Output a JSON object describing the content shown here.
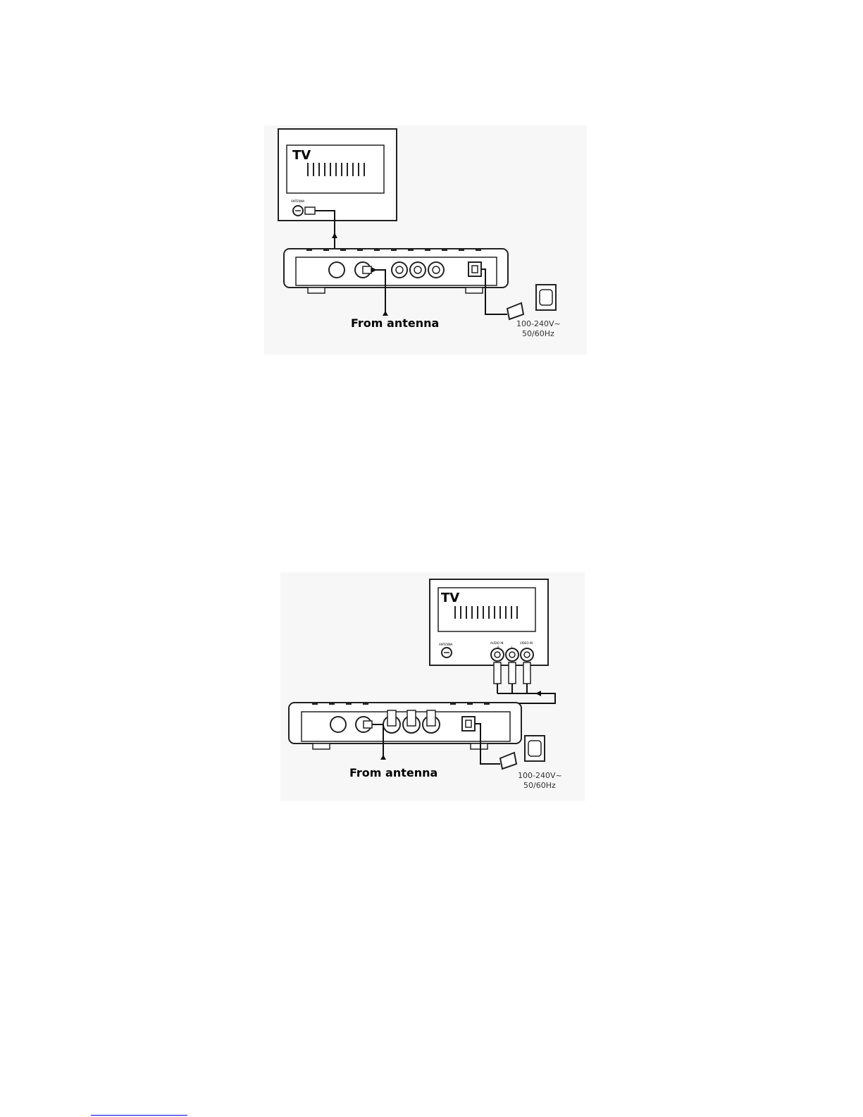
{
  "figures": [
    {
      "tv_label": "TV",
      "antenna_port_label": "ANTENNA",
      "source_label": "From antenna",
      "power_label_line1": "100-240V~",
      "power_label_line2": "50/60Hz"
    },
    {
      "tv_label": "TV",
      "antenna_port_label": "ANTENNA",
      "audio_in_label": "AUDIO IN",
      "audio_r_label": "R",
      "audio_l_label": "L",
      "video_in_label": "VIDEO IN",
      "source_label": "From antenna",
      "power_label_line1": "100-240V~",
      "power_label_line2": "50/60Hz"
    }
  ]
}
